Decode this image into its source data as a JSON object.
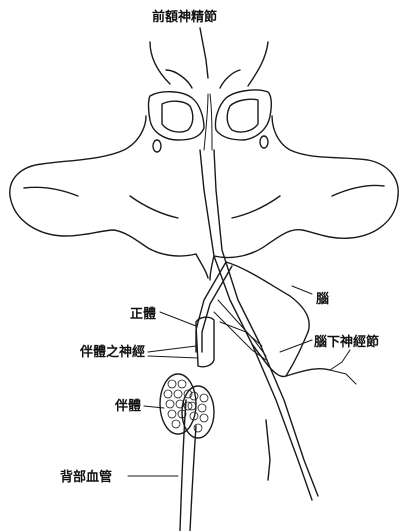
{
  "labels": {
    "top": "前額神精節",
    "brain": "腦",
    "subesophageal": "腦下神經節",
    "corpus_cardiacum": "正體",
    "nerve_of_corpus_allatum": "伴體之神經",
    "corpus_allatum": "伴體",
    "dorsal_vessel": "背部血管"
  }
}
